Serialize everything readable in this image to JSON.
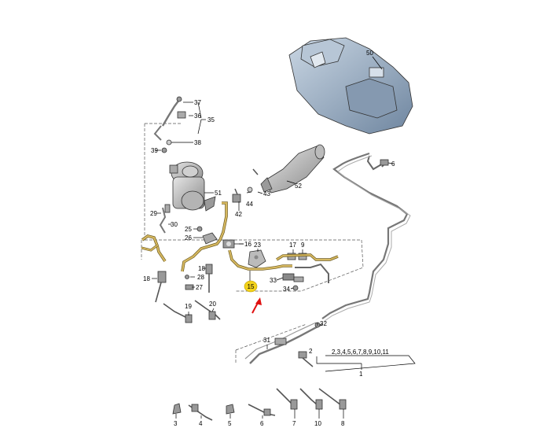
{
  "labels": {
    "p1": "1",
    "p2": "2",
    "p3": "3",
    "p4": "4",
    "p5": "5",
    "p6": "6",
    "p6b": "6",
    "p7": "7",
    "p8": "8",
    "p9": "9",
    "p10": "10",
    "p15": "15",
    "p16": "16",
    "p17": "17",
    "p18a": "18",
    "p18b": "18",
    "p19": "19",
    "p20": "20",
    "p23": "23",
    "p25": "25",
    "p26": "26",
    "p27": "27",
    "p28": "28",
    "p29": "29",
    "p30": "30",
    "p31": "31",
    "p32": "32",
    "p33": "33",
    "p34": "34",
    "p35": "35",
    "p36": "36",
    "p37": "37",
    "p38": "38",
    "p39": "39",
    "p42": "42",
    "p43": "43",
    "p44": "44",
    "p50": "50",
    "p51": "51",
    "p52": "52",
    "group": "2,3,4,5,6,7,8,9,10,11"
  },
  "colors": {
    "highlight_bubble": "#f3d21a",
    "arrow": "#e01010",
    "hose": "#d6b860",
    "hose_outline": "#6b5a20",
    "tank": "#9fb2c7"
  },
  "icons": {
    "arrow": "red-pointer-arrow",
    "tank": "fuel-tank",
    "catalyst": "catalytic-converter",
    "filter": "activated-charcoal-filter"
  }
}
